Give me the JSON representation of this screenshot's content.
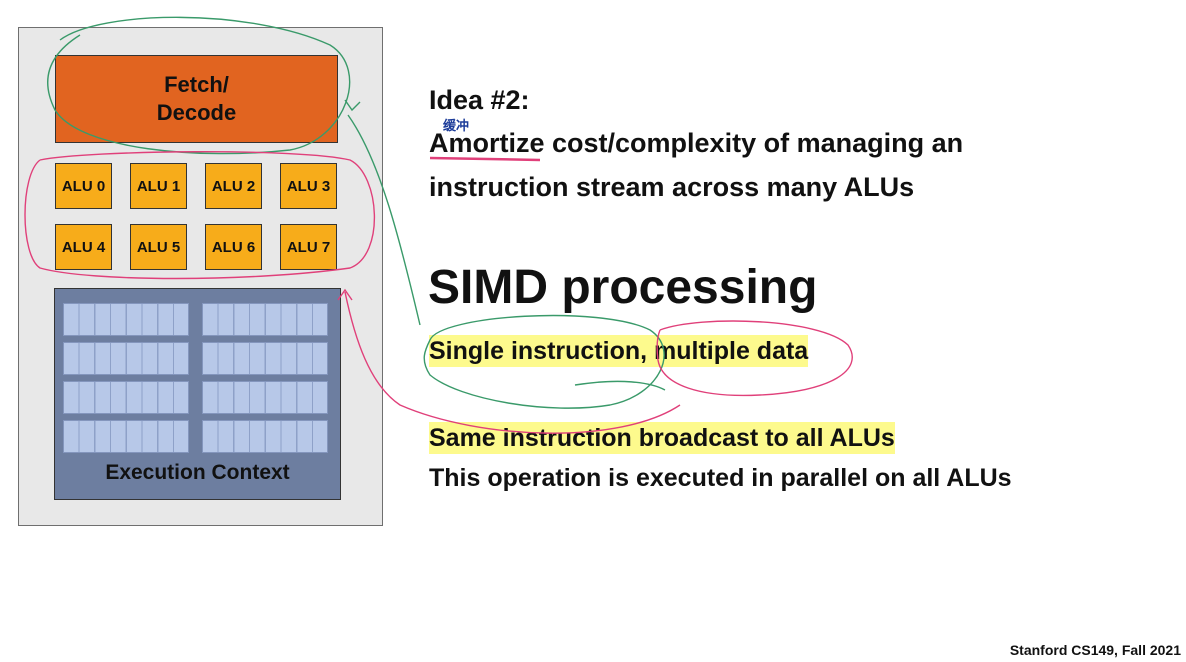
{
  "diagram": {
    "fetch_decode": [
      "Fetch/",
      "Decode"
    ],
    "alus": [
      "ALU 0",
      "ALU 1",
      "ALU 2",
      "ALU 3",
      "ALU 4",
      "ALU 5",
      "ALU 6",
      "ALU 7"
    ],
    "execution_context_label": "Execution Context"
  },
  "text": {
    "idea_heading": "Idea #2:",
    "amortize_word": "Amortize",
    "amortize_annotation": "缓冲",
    "idea_line1_rest": " cost/complexity of managing an",
    "idea_line2": "instruction stream across many ALUs",
    "simd_title": "SIMD processing",
    "simd_subtitle": "Single instruction, multiple data",
    "broadcast_line": "Same instruction broadcast to all ALUs",
    "parallel_line": "This operation is executed in parallel on all ALUs"
  },
  "footer": "Stanford CS149, Fall 2021",
  "colors": {
    "fetch": "#e16420",
    "alu": "#f7ac1a",
    "context": "#6d7ea0",
    "highlight": "#fdfa8d",
    "ink_green": "#3a9a6a",
    "ink_pink": "#e0407a"
  }
}
